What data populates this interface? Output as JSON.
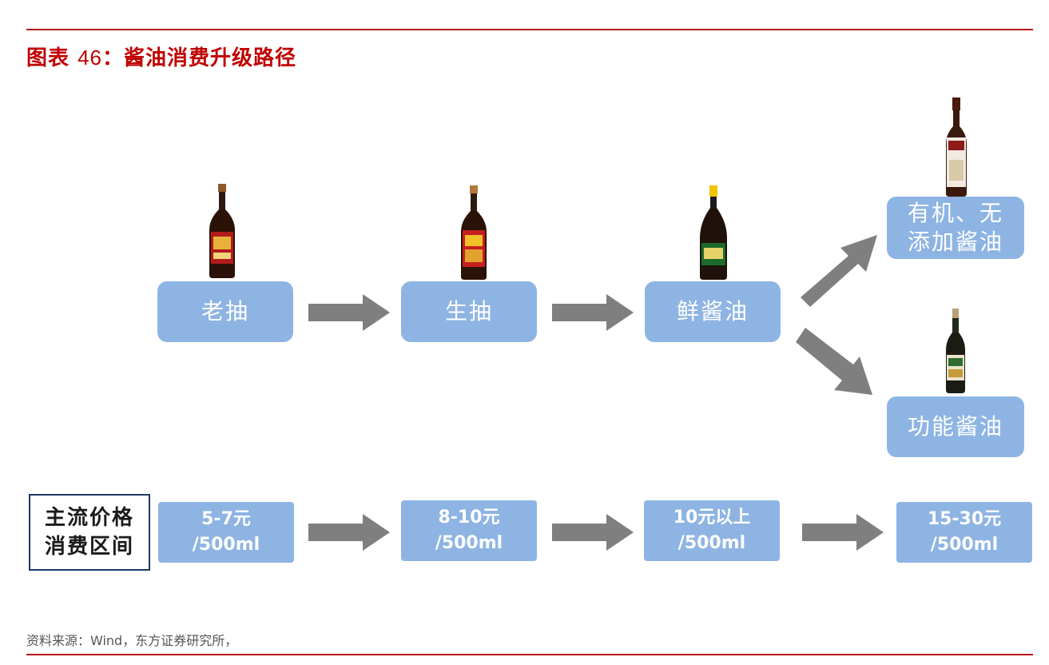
{
  "header": {
    "title_prefix": "图表 ",
    "title_number": "46",
    "title_text": "：酱油消费升级路径"
  },
  "stages": {
    "laochou": "老抽",
    "shengchou": "生抽",
    "xianjiangyou": "鲜酱油",
    "organic": "有机、无\n添加酱油",
    "functional": "功能酱油"
  },
  "price_row": {
    "label": "主流价格\n消费区间",
    "prices": [
      "5-7元\n/500ml",
      "8-10元\n/500ml",
      "10元以上\n/500ml",
      "15-30元\n/500ml"
    ]
  },
  "footer": {
    "source": "资料来源：Wind，东方证券研究所，"
  },
  "colors": {
    "accent_red": "#c00000",
    "box_blue": "#8eb4e3",
    "arrow_gray": "#7f7f7f",
    "label_border": "#1f3864"
  },
  "icons": [
    "soy-sauce-bottle-icon",
    "arrow-right-icon",
    "arrow-up-right-icon",
    "arrow-down-right-icon"
  ]
}
